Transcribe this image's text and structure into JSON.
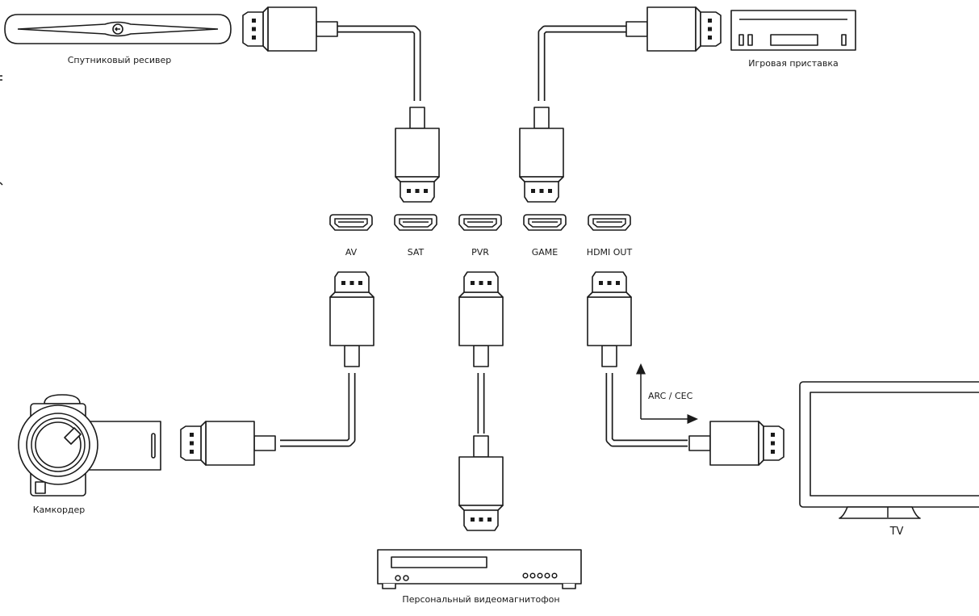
{
  "devices": {
    "satellite": "Спутниковый ресивер",
    "console": "Игровая приставка",
    "camcorder": "Камкордер",
    "recorder": "Персональный видеомагнитофон",
    "tv": "TV"
  },
  "ports": [
    "AV",
    "SAT",
    "PVR",
    "GAME",
    "HDMI OUT"
  ],
  "arc_label": "ARC / CEC"
}
